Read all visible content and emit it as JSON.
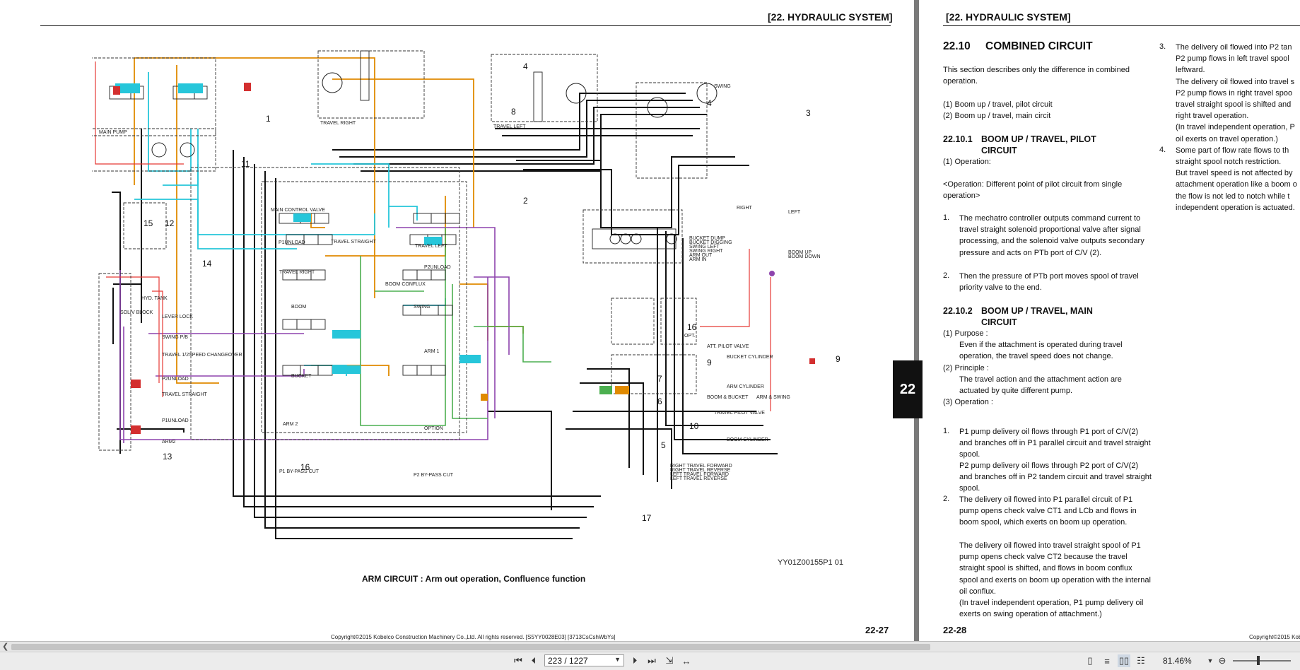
{
  "left_page": {
    "header": "[22.  HYDRAULIC SYSTEM]",
    "caption": "ARM CIRCUIT : Arm out operation, Confluence function",
    "drawing_no": "YY01Z00155P1  01",
    "page_number": "22-27",
    "copyright": "Copyright©2015 Kobelco Construction Machinery Co.,Ltd. All rights reserved. [S5YY0028E03] [3713CsCshWbYs]",
    "side_tab": "22",
    "diagram_labels": {
      "main_pump": "MAIN PUMP",
      "travel_right": "TRAVEL RIGHT",
      "travel_left": "TRAVEL LEFT",
      "swing": "SWING",
      "hyd_tank": "HYD. TANK",
      "solv_block": "SOL/V BLOCK",
      "main_control_valve": "MAIN CONTROL VALVE",
      "p1_unload": "P1UNLOAD",
      "travel_straight": "TRAVEL STRAIGHT",
      "travel_right_spool": "TRAVEL RIGHT",
      "travel_left_spool": "TRAVEL LEFT",
      "p2_unload": "P2UNLOAD",
      "boom": "BOOM",
      "boom_conflux": "BOOM CONFLUX",
      "swing_spool": "SWING",
      "arm1": "ARM 1",
      "arm2": "ARM 2",
      "bucket": "BUCKET",
      "option": "OPTION",
      "p1_bypass": "P1 BY-PASS CUT",
      "p2_bypass": "P2 BY-PASS CUT",
      "bucket_cylinder": "BUCKET CYLINDER",
      "arm_cylinder": "ARM CYLINDER",
      "boom_cylinder": "BOOM CYLINDER",
      "travel_pilot_valve": "TRAVEL PILOT VALVE",
      "att_pilot_valve": "ATT. PILOT VALVE",
      "opt": "OPT.",
      "right": "RIGHT",
      "left": "LEFT",
      "bucket_dump": "BUCKET DUMP",
      "bucket_digging": "BUCKET DIGGING",
      "swing_left": "SWING LEFT",
      "swing_right": "SWING RIGHT",
      "arm_out": "ARM OUT",
      "arm_in": "ARM IN",
      "boom_up": "BOOM UP",
      "boom_down": "BOOM DOWN",
      "right_travel_forward": "RIGHT TRAVEL FORWARD",
      "right_travel_reverse": "RIGHT TRAVEL REVERSE",
      "left_travel_forward": "LEFT TRAVEL FORWARD",
      "left_travel_reverse": "LEFT TRAVEL REVERSE",
      "lever_lock": "LEVER LOCK",
      "swing_pb": "SWING P/B",
      "travel_speed": "TRAVEL 1/2SPEED CHANGEOVER",
      "p2_unload_sol": "P2UNLOAD",
      "travel_straight_sol": "TRAVEL STRAIGHT",
      "p1_unload_sol": "P1UNLOAD",
      "arm2_sol": "ARM2",
      "boom_bucket": "BOOM & BUCKET",
      "arm_swing": "ARM & SWING",
      "numbers": [
        "1",
        "2",
        "3",
        "4",
        "4",
        "5",
        "6",
        "7",
        "8",
        "9",
        "9",
        "10",
        "11",
        "12",
        "13",
        "14",
        "15",
        "16",
        "16",
        "17"
      ]
    }
  },
  "right_page": {
    "header": "[22.  HYDRAULIC SYSTEM]",
    "section_num": "22.10",
    "section_title": "COMBINED CIRCUIT",
    "intro": "This section describes only the difference in combined operation.",
    "list": [
      "(1)  Boom up / travel, pilot circuit",
      "(2)  Boom up / travel, main circit"
    ],
    "sub1_num": "22.10.1",
    "sub1_title": "BOOM UP / TRAVEL, PILOT CIRCUIT",
    "sub1_op": "(1)  Operation:",
    "sub1_note": "<Operation: Different point of pilot circuit from single operation>",
    "sub1_items": [
      "The mechatro controller outputs command current to travel straight solenoid proportional valve after signal processing, and the solenoid valve outputs secondary pressure and acts on PTb port of C/V (2).",
      "Then the pressure of PTb port moves spool of travel priority valve to the end."
    ],
    "sub2_num": "22.10.2",
    "sub2_title": "BOOM UP / TRAVEL, MAIN CIRCUIT",
    "purpose_label": "(1)  Purpose :",
    "purpose_text": "Even if the attachment is operated during travel operation, the travel speed does not change.",
    "principle_label": "(2)  Principle :",
    "principle_text": "The travel action and the attachment action are actuated by quite different pump.",
    "operation_label": "(3)  Operation :",
    "ops": [
      "P1 pump delivery oil flows through P1 port of C/V(2) and branches off in P1 parallel circuit and travel straight spool.",
      "P2 pump delivery oil flows through P2 port of C/V(2) and branches off in P2 tandem circuit and travel straight spool.",
      "The delivery oil flowed into P1 parallel circuit of P1 pump opens check valve CT1 and LCb and flows in boom spool, which exerts on boom up operation.",
      "The delivery oil flowed into travel straight spool of P1 pump opens check valve CT2 because the travel straight spool is shifted, and flows in boom conflux spool and exerts on boom up operation with the internal oil conflux.",
      "(In travel independent operation, P1 pump delivery oil exerts on swing operation of attachment.)"
    ],
    "col2": [
      "The delivery oil flowed into P2 tan",
      "P2 pump flows in left travel spool",
      "leftward.",
      "The delivery oil flowed into travel s",
      "P2 pump flows in right travel spoo",
      "travel straight spool is shifted and",
      "right travel operation.",
      "(In travel independent operation, P",
      "oil exerts on travel operation.)",
      "Some part of flow rate flows to th",
      "straight spool notch restriction.",
      "But travel speed is not affected by",
      "attachment operation like a boom o",
      "the flow is not led to notch while t",
      "independent operation is actuated."
    ],
    "page_number": "22-28",
    "copyright": "Copyright©2015 Kobel"
  },
  "toolbar": {
    "page_input": "223 / 1227",
    "zoom": "81.46%",
    "icons": [
      "first-page-icon",
      "prev-page-icon",
      "next-page-icon",
      "last-page-icon",
      "fit-page-icon",
      "fit-width-icon",
      "single-page-icon",
      "continuous-icon",
      "two-page-icon",
      "two-page-continuous-icon",
      "zoom-out-icon"
    ]
  },
  "colors": {
    "pilot_orange": "#e08a00",
    "pilot_cyan": "#26c6da",
    "pilot_purple": "#8e44ad",
    "pilot_green": "#4caf50",
    "pilot_red": "#d32f2f",
    "main_black": "#111111"
  }
}
